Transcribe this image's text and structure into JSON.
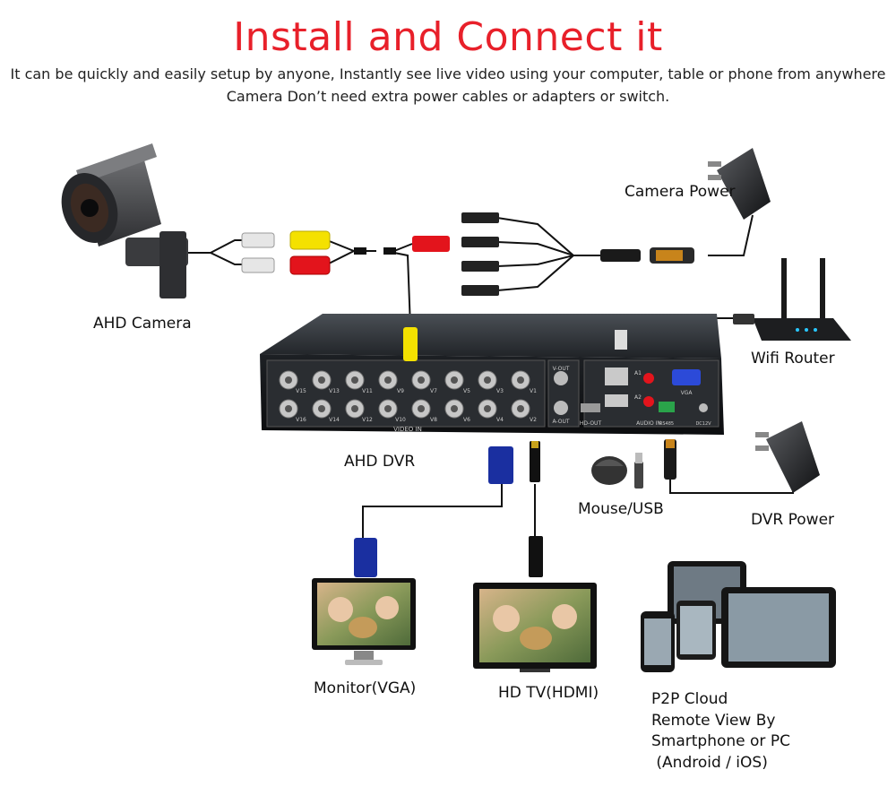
{
  "header": {
    "title": "Install and Connect it",
    "subtitle_line1": "It can be quickly and easily setup by anyone, Instantly see live video using your computer, table or phone from anywhere",
    "subtitle_line2": "Camera Don’t need extra power cables or adapters or switch."
  },
  "labels": {
    "camera_power": "Camera Power",
    "ahd_camera": "AHD Camera",
    "wifi_router": "Wifi Router",
    "ahd_dvr": "AHD DVR",
    "mouse_usb": "Mouse/USB",
    "dvr_power": "DVR Power",
    "monitor_vga": "Monitor(VGA)",
    "hd_tv": "HD TV(HDMI)",
    "p2p_line1": "P2P Cloud",
    "p2p_line2": "Remote View By",
    "p2p_line3": "Smartphone or PC",
    "p2p_line4": " (Android / iOS)"
  },
  "dvr_panel": {
    "video_in": "VIDEO IN",
    "channels_top": [
      "V15",
      "V13",
      "V11",
      "V9",
      "V7",
      "V5",
      "V3",
      "V1"
    ],
    "channels_bottom": [
      "V16",
      "V14",
      "V12",
      "V10",
      "V8",
      "V6",
      "V4",
      "V2"
    ],
    "v_out": "V-OUT",
    "a_out": "A-OUT",
    "hd_out": "HD-OUT",
    "audio_in": "AUDIO IN",
    "vga": "VGA",
    "rs485": "RS485",
    "dc12v": "DC12V",
    "a1": "A1",
    "a2": "A2"
  },
  "colors": {
    "title": "#e8202a",
    "rca_yellow": "#f4e100",
    "rca_red": "#e3141c",
    "vga_blue": "#1a2fa0",
    "dvr_body": "#2b2f33"
  }
}
